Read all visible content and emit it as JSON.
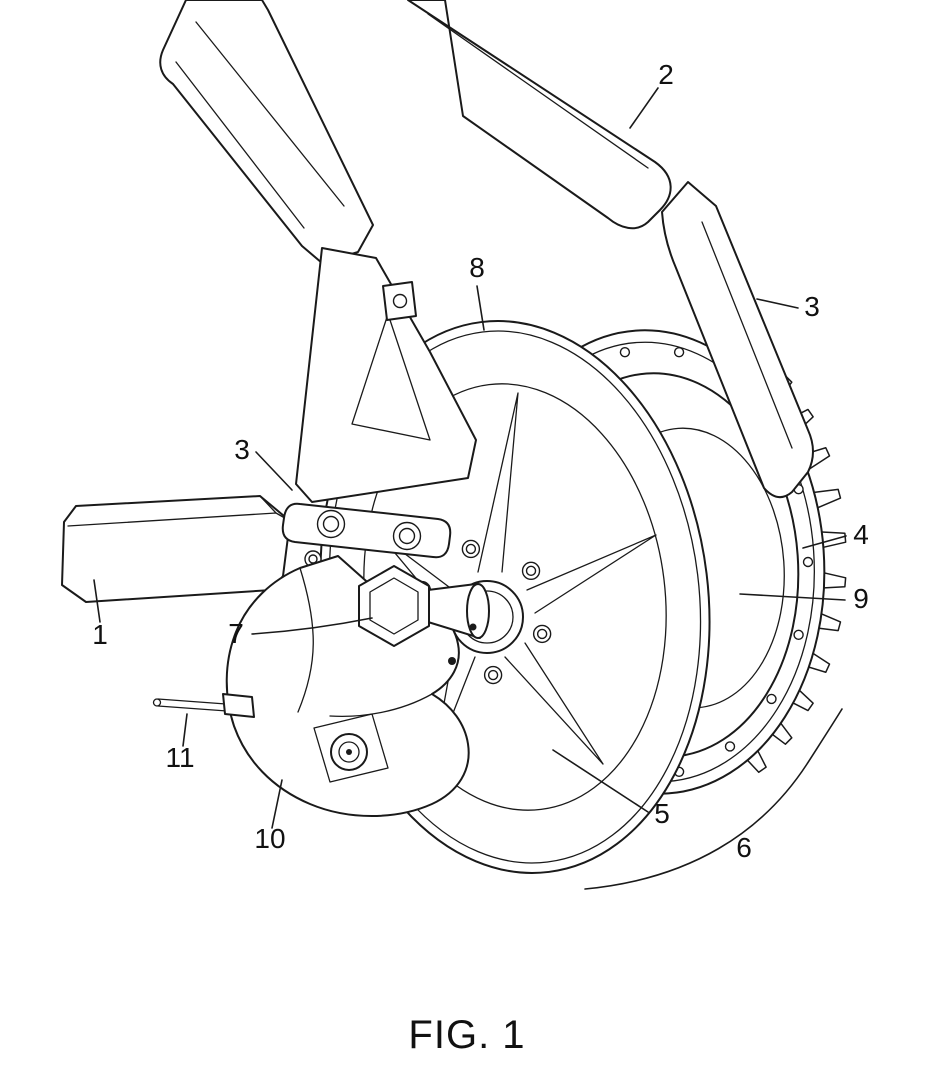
{
  "figure": {
    "caption": "FIG. 1",
    "labels": {
      "n1": "1",
      "n2": "2",
      "n3_left": "3",
      "n3_right": "3",
      "n4": "4",
      "n5": "5",
      "n6": "6",
      "n7": "7",
      "n8": "8",
      "n9": "9",
      "n10": "10",
      "n11": "11"
    },
    "colors": {
      "ink": "#1a1a1a",
      "paper": "#ffffff"
    }
  }
}
